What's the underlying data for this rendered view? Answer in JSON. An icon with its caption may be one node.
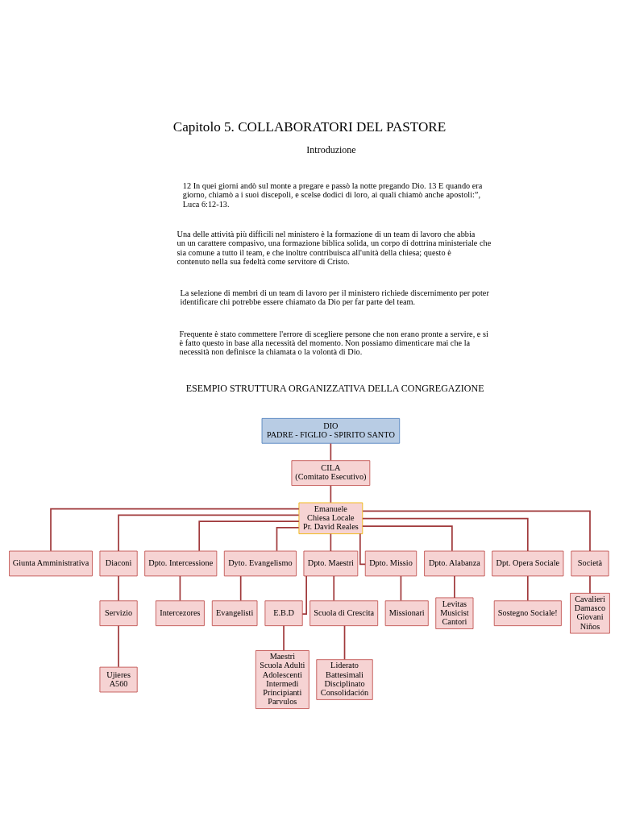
{
  "diagram": {
    "title": "Capitolo 5. COLLABORATORI DEL PASTORE",
    "nodes": [
      {
        "text": [
          "DIO",
          "PADRE - FIGLIO - SPIRITO SANTO"
        ]
      },
      {
        "text": [
          "CILA",
          "(Comitato Esecutivo)"
        ]
      },
      {
        "text": [
          "Emanuele",
          "Chiesa Locale",
          "Pr. David Reales"
        ]
      },
      {
        "text": [
          "Giunta Amministrativa"
        ]
      },
      {
        "text": [
          "Diaconi"
        ]
      },
      {
        "text": [
          "Servizio"
        ]
      },
      {
        "text": [
          "Ujieres",
          "A560"
        ]
      },
      {
        "text": [
          "Dpto. Intercessione"
        ]
      },
      {
        "text": [
          "Intercezores"
        ]
      },
      {
        "text": [
          "Dyto. Evangelismo"
        ]
      },
      {
        "text": [
          "Evangelisti"
        ]
      },
      {
        "text": [
          "Dpto. Maestri"
        ]
      },
      {
        "text": [
          "Dpto. Missio"
        ]
      },
      {
        "text": [
          "Missionari"
        ]
      },
      {
        "text": [
          "Dpto. Alabanza"
        ]
      },
      {
        "text": [
          "Levitas",
          "Musicist",
          "Cantori"
        ]
      },
      {
        "text": [
          "Dpt. Opera Sociale"
        ]
      },
      {
        "text": [
          "Sostegno Sociale!"
        ]
      },
      {
        "text": [
          "Società"
        ]
      },
      {
        "text": [
          "Cavalieri",
          "Damasco",
          "Giovani",
          "Niños"
        ]
      },
      {
        "text": [
          "E.B.D"
        ]
      },
      {
        "text": [
          "Maestri",
          "Scuola Adulti",
          "Adolescenti",
          "Intermedi",
          "Principianti",
          "Parvulos"
        ]
      },
      {
        "text": [
          "Scuola di Crescita"
        ]
      },
      {
        "text": [
          "Liderato",
          "Battesimali",
          "Disciplinato",
          "Consolidación"
        ]
      }
    ],
    "edges": [
      {
        "from": 0,
        "to": 1,
        "arrow": "none"
      },
      {
        "from": 1,
        "to": 2,
        "arrow": "none"
      },
      {
        "from": 2,
        "to": 3,
        "arrow": "none"
      },
      {
        "from": 2,
        "to": 4,
        "arrow": "none"
      },
      {
        "from": 4,
        "to": 5,
        "arrow": "none"
      },
      {
        "from": 5,
        "to": 6,
        "arrow": "none"
      },
      {
        "from": 2,
        "to": 7,
        "arrow": "none"
      },
      {
        "from": 2,
        "to": 9,
        "arrow": "none"
      },
      {
        "from": 2,
        "to": 11,
        "arrow": "none"
      },
      {
        "from": 2,
        "to": 12,
        "arrow": "none"
      },
      {
        "from": 2,
        "to": 14,
        "arrow": "none"
      },
      {
        "from": 2,
        "to": 16,
        "arrow": "none"
      },
      {
        "from": 2,
        "to": 18,
        "arrow": "none"
      },
      {
        "from": 7,
        "to": 8,
        "arrow": "none"
      },
      {
        "from": 9,
        "to": 10,
        "arrow": "none"
      },
      {
        "from": 12,
        "to": 13,
        "arrow": "none"
      },
      {
        "from": 14,
        "to": 15,
        "arrow": "none"
      },
      {
        "from": 16,
        "to": 17,
        "arrow": "none"
      },
      {
        "from": 18,
        "to": 19,
        "arrow": "none"
      },
      {
        "from": 11,
        "to": 20,
        "arrow": "none"
      },
      {
        "from": 11,
        "to": 22,
        "arrow": "none"
      },
      {
        "from": 20,
        "to": 21,
        "arrow": "none"
      },
      {
        "from": 22,
        "to": 23,
        "arrow": "none"
      }
    ],
    "labels": [
      "Introduzione",
      "12 In quei giorni andò sul monte a pregare e passò la notte pregando Dio. 13 E quando era giorno, chiamò a i suoi discepoli, e scelse dodici di loro, ai quali chiamò anche apostoli:”, Luca 6:12-13.",
      "Una delle attività più difficili nel ministero è la formazione di un team di lavoro che abbia un un carattere compasivo, una formazione biblica solida, un corpo di dottrina ministeriale che sia comune a tutto il team, e che inoltre contribuisca all'unità della chiesa; questo è contenuto nella sua fedeltà come servitore di Cristo.",
      "La selezione di membri di un team di lavoro per il ministero richiede discernimento per poter identificare chi potrebbe essere chiamato da Dio per far parte del team.",
      "Frequente è stato commettere l'errore di scegliere persone che non erano pronte a servire, e si è fatto questo in base alla necessità del momento. Non possiamo dimenticare mai che la necessità non definisce la chiamata o la volontà di Dio.",
      "ESEMPIO STRUTTURA ORGANIZZATIVA DELLA CONGREGAZIONE"
    ]
  }
}
